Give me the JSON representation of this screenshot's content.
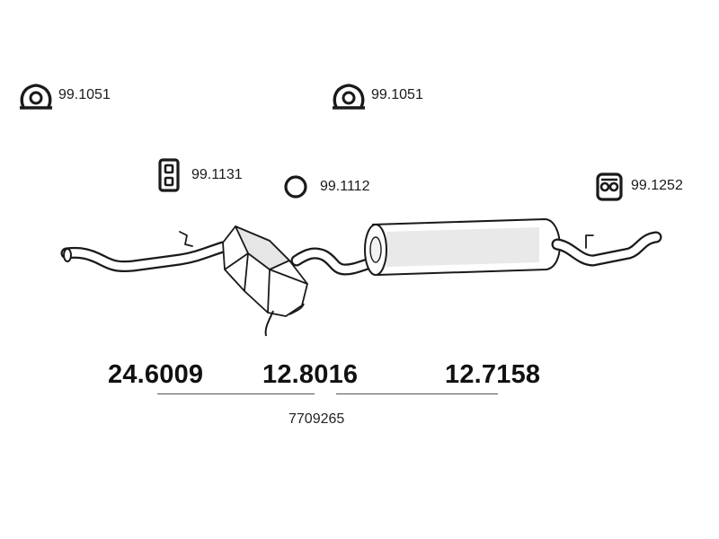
{
  "accessories": {
    "clamp_left": {
      "code": "99.1051",
      "icon": "clamp-icon"
    },
    "clamp_right": {
      "code": "99.1051",
      "icon": "clamp-icon"
    },
    "hanger_left": {
      "code": "99.1131",
      "icon": "rubber-hanger-icon"
    },
    "ring": {
      "code": "99.1112",
      "icon": "o-ring-icon"
    },
    "hanger_right": {
      "code": "99.1252",
      "icon": "rubber-mount-icon"
    }
  },
  "sections": {
    "front_pipe": "24.6009",
    "middle_silencer": "12.8016",
    "rear_silencer": "12.7158"
  },
  "oe_number": "7709265",
  "colors": {
    "line": "#1a1a1a",
    "fill": "#ffffff",
    "shade": "#e6e6e6"
  }
}
